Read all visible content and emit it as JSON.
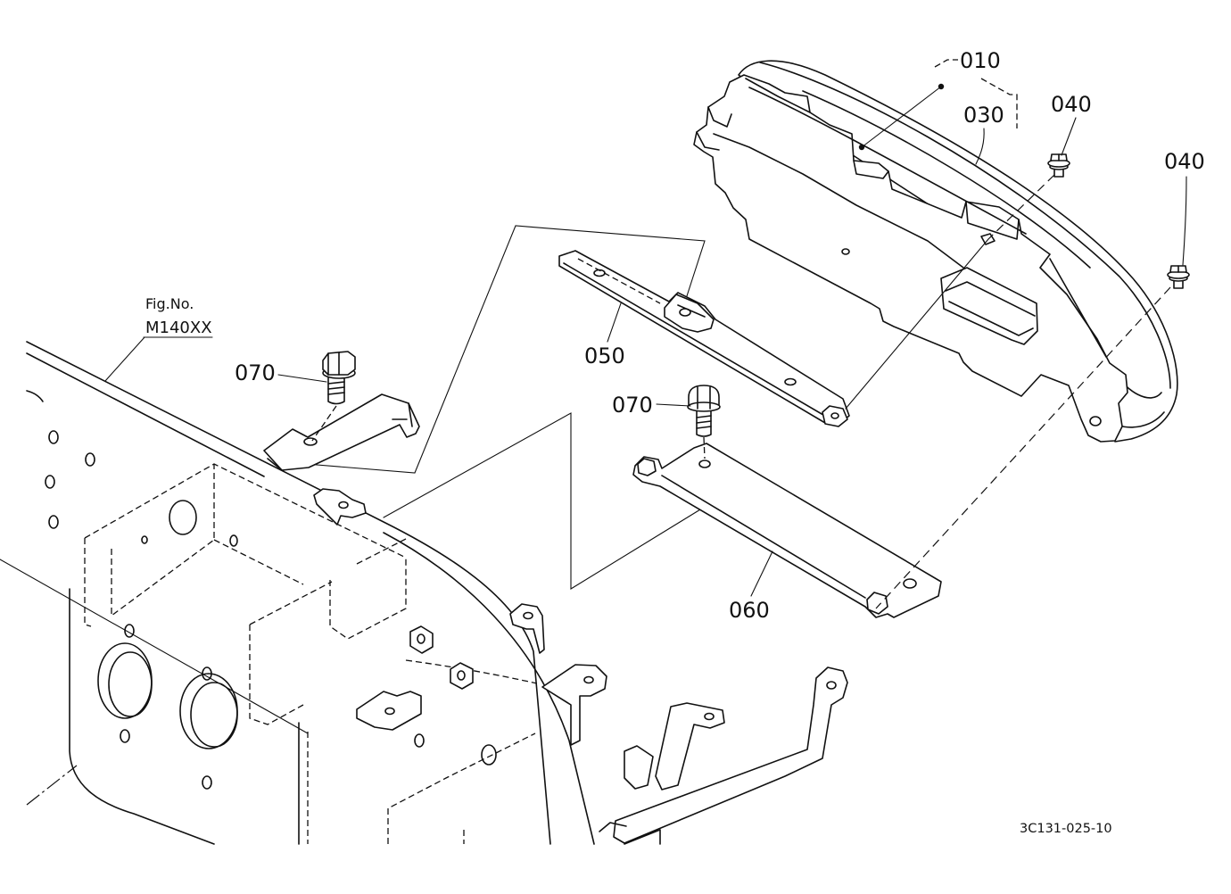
{
  "figure_reference": {
    "label": "Fig.No.",
    "number": "M140XX"
  },
  "parts": [
    {
      "number": "010"
    },
    {
      "number": "030"
    },
    {
      "number": "040"
    },
    {
      "number": "040"
    },
    {
      "number": "050"
    },
    {
      "number": "060"
    },
    {
      "number": "070"
    },
    {
      "number": "070"
    }
  ],
  "illustration_code": "3C131-025-10",
  "colors": {
    "line": "#111111",
    "background": "#ffffff"
  }
}
